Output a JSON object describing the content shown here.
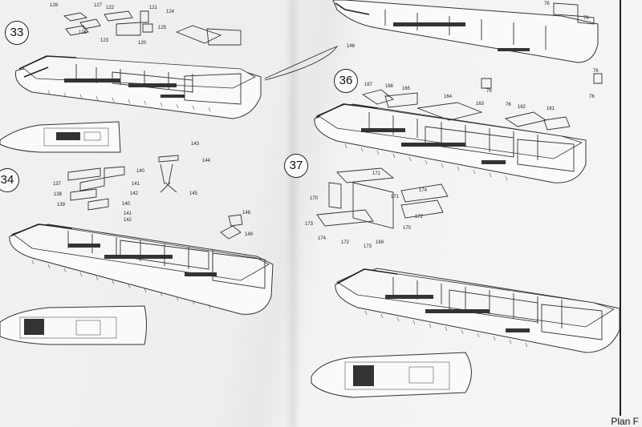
{
  "document": {
    "plan_label": "Plan F"
  },
  "steps": [
    {
      "number": "33"
    },
    {
      "number": "34"
    },
    {
      "number": "36"
    },
    {
      "number": "37"
    }
  ],
  "part_numbers": {
    "step33": [
      "128",
      "127",
      "122",
      "121",
      "124",
      "126",
      "120",
      "123",
      "125",
      "146"
    ],
    "step34": [
      "143",
      "144",
      "140",
      "137",
      "141",
      "138",
      "142",
      "139",
      "140",
      "141",
      "145",
      "142",
      "148",
      "149"
    ],
    "top_right": [
      "76",
      "76",
      "76",
      "76"
    ],
    "step36": [
      "167",
      "166",
      "165",
      "164",
      "163",
      "162",
      "161",
      "76",
      "76"
    ],
    "step37": [
      "171",
      "174",
      "170",
      "171",
      "172",
      "173",
      "174",
      "170",
      "172",
      "173",
      "169"
    ]
  }
}
